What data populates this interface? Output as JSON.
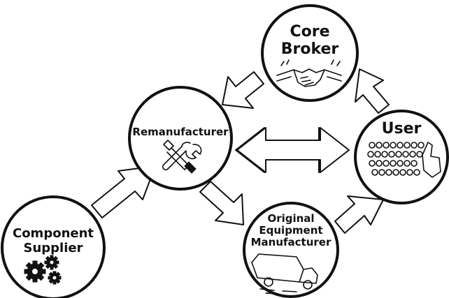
{
  "nodes": {
    "core_broker": {
      "line1": "Core",
      "line2": "Broker",
      "icon": "handshake-icon"
    },
    "remanufacturer": {
      "label": "Remanufacturer",
      "icon": "wrench-screwdriver-icon"
    },
    "user": {
      "label": "User",
      "icon": "people-crowd-icon"
    },
    "oem": {
      "line1": "Original",
      "line2": "Equipment",
      "line3": "Manufacturer",
      "icon": "delivery-truck-icon"
    },
    "component_supplier": {
      "line1": "Component",
      "line2": "Supplier",
      "icon": "gears-icon"
    }
  },
  "colors": {
    "ink": "#111111",
    "background": "#ffffff"
  }
}
